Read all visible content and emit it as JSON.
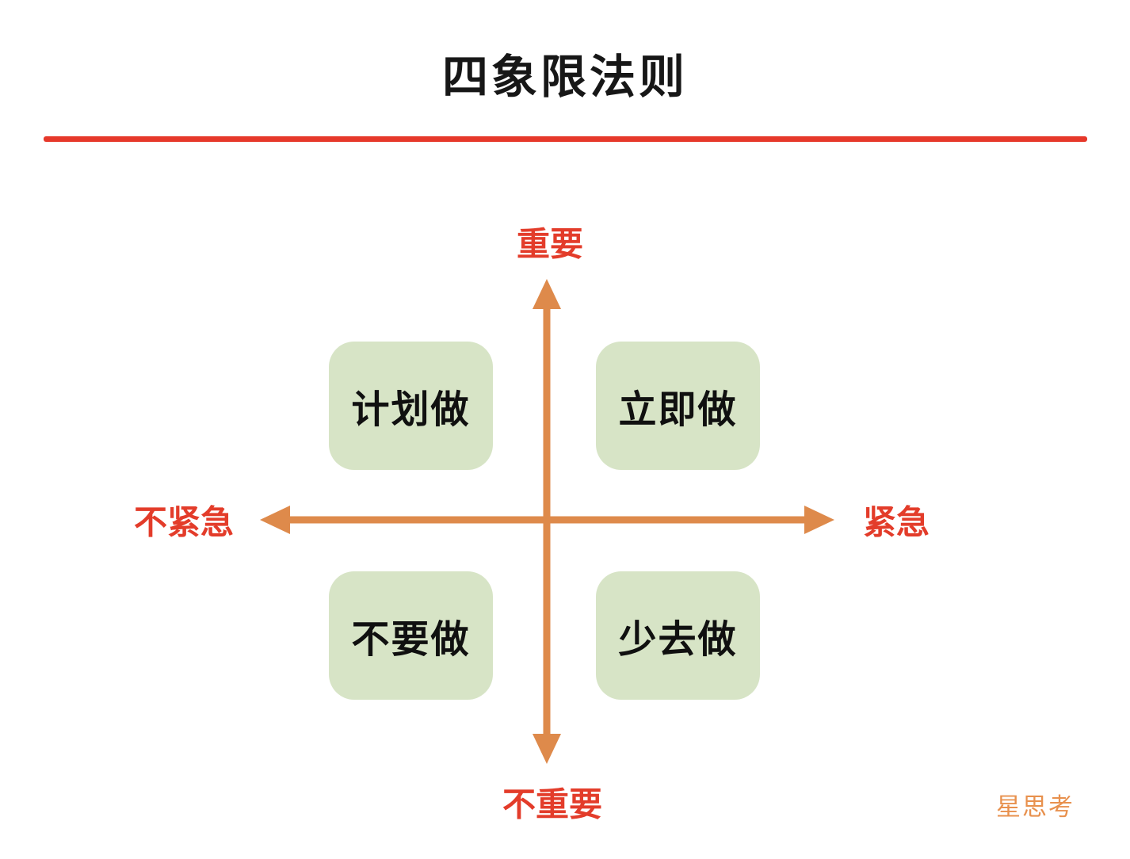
{
  "title": "四象限法则",
  "axes": {
    "top_label": "重要",
    "bottom_label": "不重要",
    "left_label": "不紧急",
    "right_label": "紧急"
  },
  "quadrants": [
    {
      "position": "top-left",
      "label": "计划做"
    },
    {
      "position": "top-right",
      "label": "立即做"
    },
    {
      "position": "bottom-left",
      "label": "不要做"
    },
    {
      "position": "bottom-right",
      "label": "少去做"
    }
  ],
  "watermark": "星思考",
  "colors": {
    "background": "#ffffff",
    "title_text": "#171717",
    "divider_red": "#e6382a",
    "axis_label_red": "#e33c2a",
    "axis_arrow_orange": "#de8a4b",
    "quadrant_green": "#d7e4c6",
    "quadrant_text": "#101010",
    "watermark_orange": "#e8914e"
  }
}
